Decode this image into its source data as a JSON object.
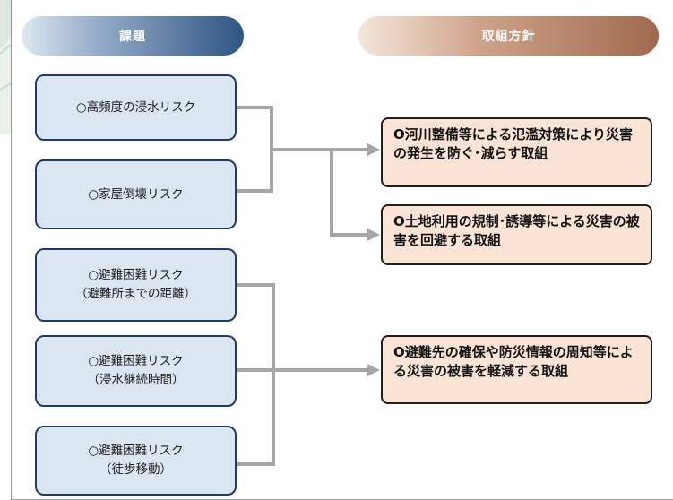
{
  "headers": {
    "issues": "課題",
    "policy": "取組方針"
  },
  "issues": [
    {
      "text": "○高頻度の浸水リスク"
    },
    {
      "text": "○家屋倒壊リスク"
    },
    {
      "text": "○避難困難リスク\n（避難所までの距離）"
    },
    {
      "text": "○避難困難リスク\n（浸水継続時間）"
    },
    {
      "text": "○避難困難リスク\n（徒歩移動）"
    }
  ],
  "actions": [
    {
      "text": "O河川整備等による氾濫対策により災害の発生を防ぐ･減らす取組"
    },
    {
      "text": "O土地利用の規制･誘導等による災害の被害を回避する取組"
    },
    {
      "text": "O避難先の確保や防災情報の周知等による災害の被害を軽減する取組"
    }
  ],
  "colors": {
    "issue_fill": "#dbe6f3",
    "issue_border": "#1f3c63",
    "action_fill": "#fbe4d6",
    "connector": "#a6a6a6"
  }
}
